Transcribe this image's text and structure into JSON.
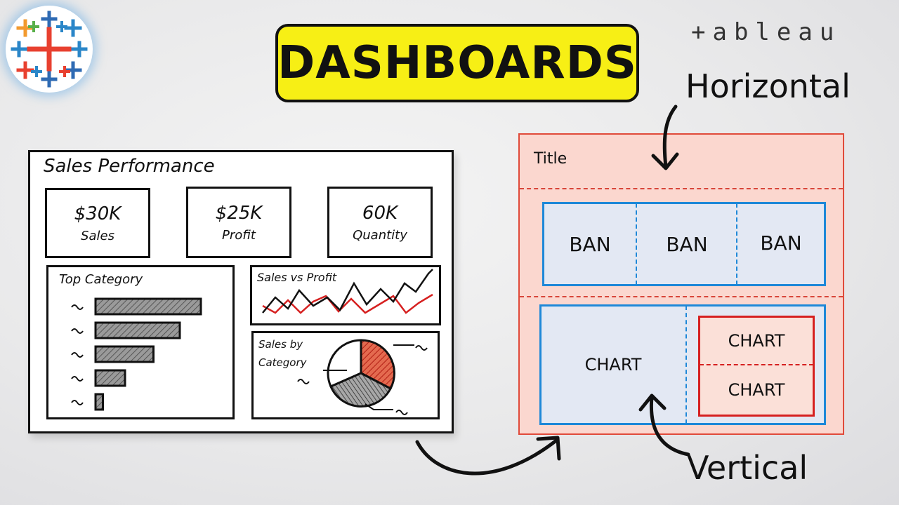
{
  "header": {
    "title": "DASHBOARDS",
    "brand": "+ableau"
  },
  "sketch": {
    "title": "Sales Performance",
    "kpis": [
      {
        "value": "$30K",
        "label": "Sales"
      },
      {
        "value": "$25K",
        "label": "Profit"
      },
      {
        "value": "60K",
        "label": "Quantity"
      }
    ],
    "top_category": {
      "title": "Top Category",
      "bars": [
        1.0,
        0.8,
        0.55,
        0.28,
        0.07
      ]
    },
    "line_panel": {
      "title": "Sales vs Profit"
    },
    "pie_panel": {
      "title_line1": "Sales by",
      "title_line2": "Category"
    }
  },
  "diagram": {
    "title": "Title",
    "bans": [
      "BAN",
      "BAN",
      "BAN"
    ],
    "main_chart": "CHART",
    "side_charts": [
      "CHART",
      "CHART"
    ]
  },
  "callouts": {
    "horizontal": "Horizontal",
    "vertical": "Vertical"
  },
  "colors": {
    "title_bg": "#f7ef15",
    "layout_bg": "#fbd7cf",
    "horizontal_border": "#1e88d8",
    "vertical_border": "#d62020"
  }
}
